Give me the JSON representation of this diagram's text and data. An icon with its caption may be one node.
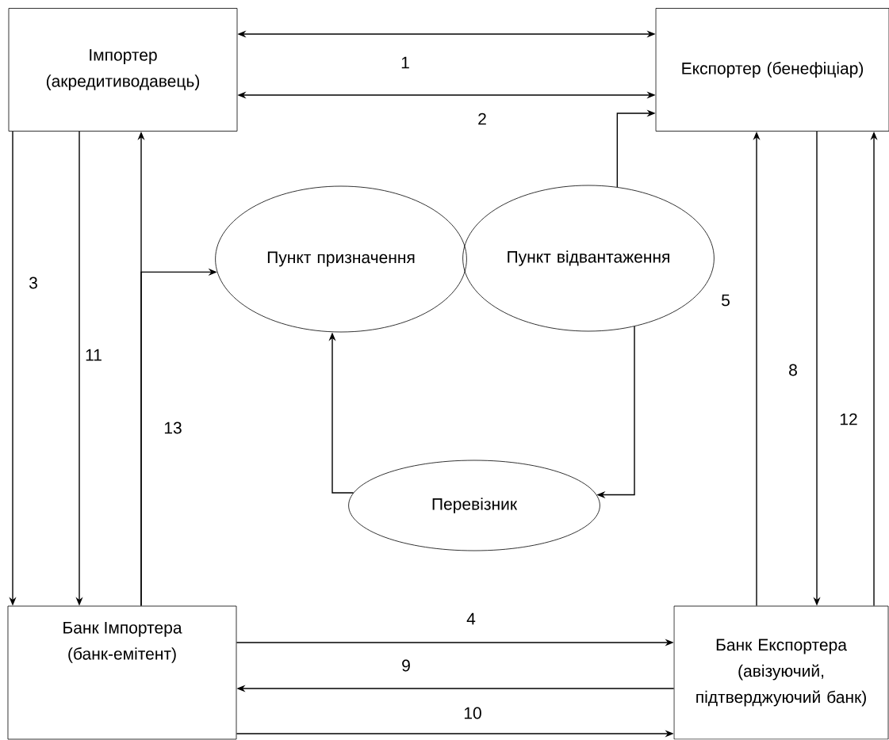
{
  "diagram": {
    "nodes": [
      {
        "text": [
          "Імпортер (акредитиводавець)"
        ]
      },
      {
        "text": [
          "Експортер (бенефіціар)"
        ]
      },
      {
        "text": [
          "Пункт призначення"
        ]
      },
      {
        "text": [
          "Пункт відвантаження"
        ]
      },
      {
        "text": [
          "Перевізник"
        ]
      },
      {
        "text": [
          "Банк Імпортера (банк-емітент)"
        ]
      },
      {
        "text": [
          "Банк Експортера (авізуючий, підтверджуючий банк)"
        ]
      }
    ],
    "edges": [
      {
        "from": 0,
        "to": 1,
        "arrow": "both",
        "label": "1"
      },
      {
        "from": 0,
        "to": 1,
        "arrow": "both",
        "label": "2"
      },
      {
        "from": 0,
        "to": 5,
        "arrow": "to",
        "label": "3"
      },
      {
        "from": 0,
        "to": 5,
        "arrow": "to",
        "label": "11"
      },
      {
        "from": 5,
        "to": 0,
        "arrow": "to",
        "label": "13"
      },
      {
        "from": 5,
        "to": 2,
        "arrow": "to"
      },
      {
        "from": 3,
        "to": 1,
        "arrow": "to"
      },
      {
        "from": 3,
        "to": 4,
        "arrow": "to"
      },
      {
        "from": 4,
        "to": 2,
        "arrow": "to"
      },
      {
        "from": 6,
        "to": 1,
        "arrow": "to",
        "label": "5"
      },
      {
        "from": 1,
        "to": 6,
        "arrow": "to",
        "label": "8"
      },
      {
        "from": 6,
        "to": 1,
        "arrow": "to",
        "label": "12"
      },
      {
        "from": 5,
        "to": 6,
        "arrow": "to",
        "label": "4"
      },
      {
        "from": 6,
        "to": 5,
        "arrow": "to",
        "label": "9"
      },
      {
        "from": 5,
        "to": 6,
        "arrow": "to",
        "label": "10"
      }
    ]
  }
}
